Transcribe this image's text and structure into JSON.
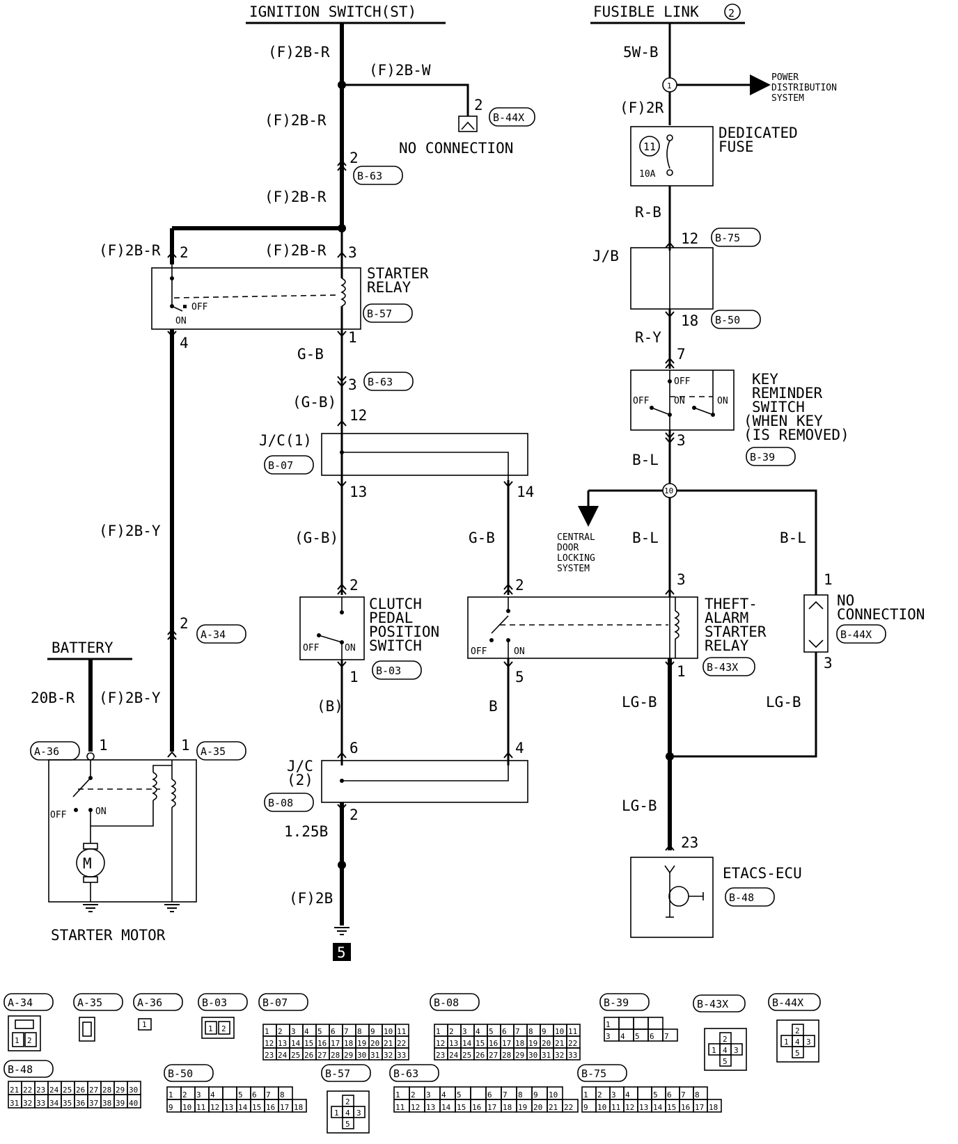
{
  "top": {
    "ignition": "IGNITION SWITCH(ST)",
    "fusible": "FUSIBLE LINK",
    "fusible_no": "2",
    "battery": "BATTERY"
  },
  "wires": {
    "f2br_a": "(F)2B-R",
    "f2bw": "(F)2B-W",
    "f2br_b": "(F)2B-R",
    "f2br_c": "(F)2B-R",
    "f2br_d": "(F)2B-R",
    "f2br_e": "(F)2B-R",
    "f2by_a": "(F)2B-Y",
    "f2by_b": "(F)2B-Y",
    "b20r": "20B-R",
    "gb_a": "G-B",
    "gb_b": "(G-B)",
    "gb_c": "(G-B)",
    "gb_d": "G-B",
    "b_a": "(B)",
    "b_b": "B",
    "b125": "1.25B",
    "f2b": "(F)2B",
    "w5b": "5W-B",
    "f2r": "(F)2R",
    "rb": "R-B",
    "ry": "R-Y",
    "bl_a": "B-L",
    "bl_b": "B-L",
    "bl_c": "B-L",
    "lgb_a": "LG-B",
    "lgb_b": "LG-B",
    "lgb_c": "LG-B"
  },
  "components": {
    "no_conn_1": "NO CONNECTION",
    "starter_relay": [
      "STARTER",
      "RELAY"
    ],
    "jc1": "J/C(1)",
    "jc2": [
      "J/C",
      "(2)"
    ],
    "clutch": [
      "CLUTCH",
      "PEDAL",
      "POSITION",
      "SWITCH"
    ],
    "starter_motor": "STARTER MOTOR",
    "power_dist": [
      "POWER",
      "DISTRIBUTION",
      "SYSTEM"
    ],
    "dedicated_fuse": [
      "DEDICATED",
      "FUSE"
    ],
    "fuse_no": "11",
    "fuse_amp": "10A",
    "jb": "J/B",
    "key_reminder": [
      "KEY",
      "REMINDER",
      "SWITCH",
      "(WHEN KEY",
      "(IS REMOVED)"
    ],
    "central_door": [
      "CENTRAL",
      "DOOR",
      "LOCKING",
      "SYSTEM"
    ],
    "theft_relay": [
      "THEFT-",
      "ALARM",
      "STARTER",
      "RELAY"
    ],
    "no_conn_2": [
      "NO",
      "CONNECTION"
    ],
    "etacs": "ETACS-ECU",
    "ground_ref": "5",
    "junction_1": "1",
    "junction_10": "10",
    "off": "OFF",
    "on": "ON"
  },
  "connectors": {
    "b44x": "B-44X",
    "b63": "B-63",
    "b57": "B-57",
    "b07": "B-07",
    "b03": "B-03",
    "b08": "B-08",
    "a34": "A-34",
    "a35": "A-35",
    "a36": "A-36",
    "b75": "B-75",
    "b50": "B-50",
    "b39": "B-39",
    "b43x": "B-43X",
    "b48": "B-48"
  },
  "pins": {
    "p2_b44x": "2",
    "p2_b63": "2",
    "p2_relay": "2",
    "p3_relay": "3",
    "p4_relay": "4",
    "p1_relay": "1",
    "p3_b63": "3",
    "p12_jc1": "12",
    "p13_jc1": "13",
    "p14_jc1": "14",
    "p2_clutch": "2",
    "p1_clutch": "1",
    "p2_theft": "2",
    "p5_theft": "5",
    "p6_jc2": "6",
    "p4_jc2": "4",
    "p2_jc2": "2",
    "p2_a34": "2",
    "p1_a36": "1",
    "p1_a35": "1",
    "p12_b75": "12",
    "p18_b50": "18",
    "p7_key": "7",
    "p3_key": "3",
    "p3_theft": "3",
    "p1_theft": "1",
    "p1_nc": "1",
    "p3_nc": "3",
    "p23_ecu": "23"
  },
  "legend": {
    "a34": "A-34",
    "a35": "A-35",
    "a36": "A-36",
    "b03": "B-03",
    "b07": "B-07",
    "b08": "B-08",
    "b39": "B-39",
    "b43x": "B-43X",
    "b44x": "B-44X",
    "b48": "B-48",
    "b50": "B-50",
    "b57": "B-57",
    "b63": "B-63",
    "b75": "B-75"
  }
}
